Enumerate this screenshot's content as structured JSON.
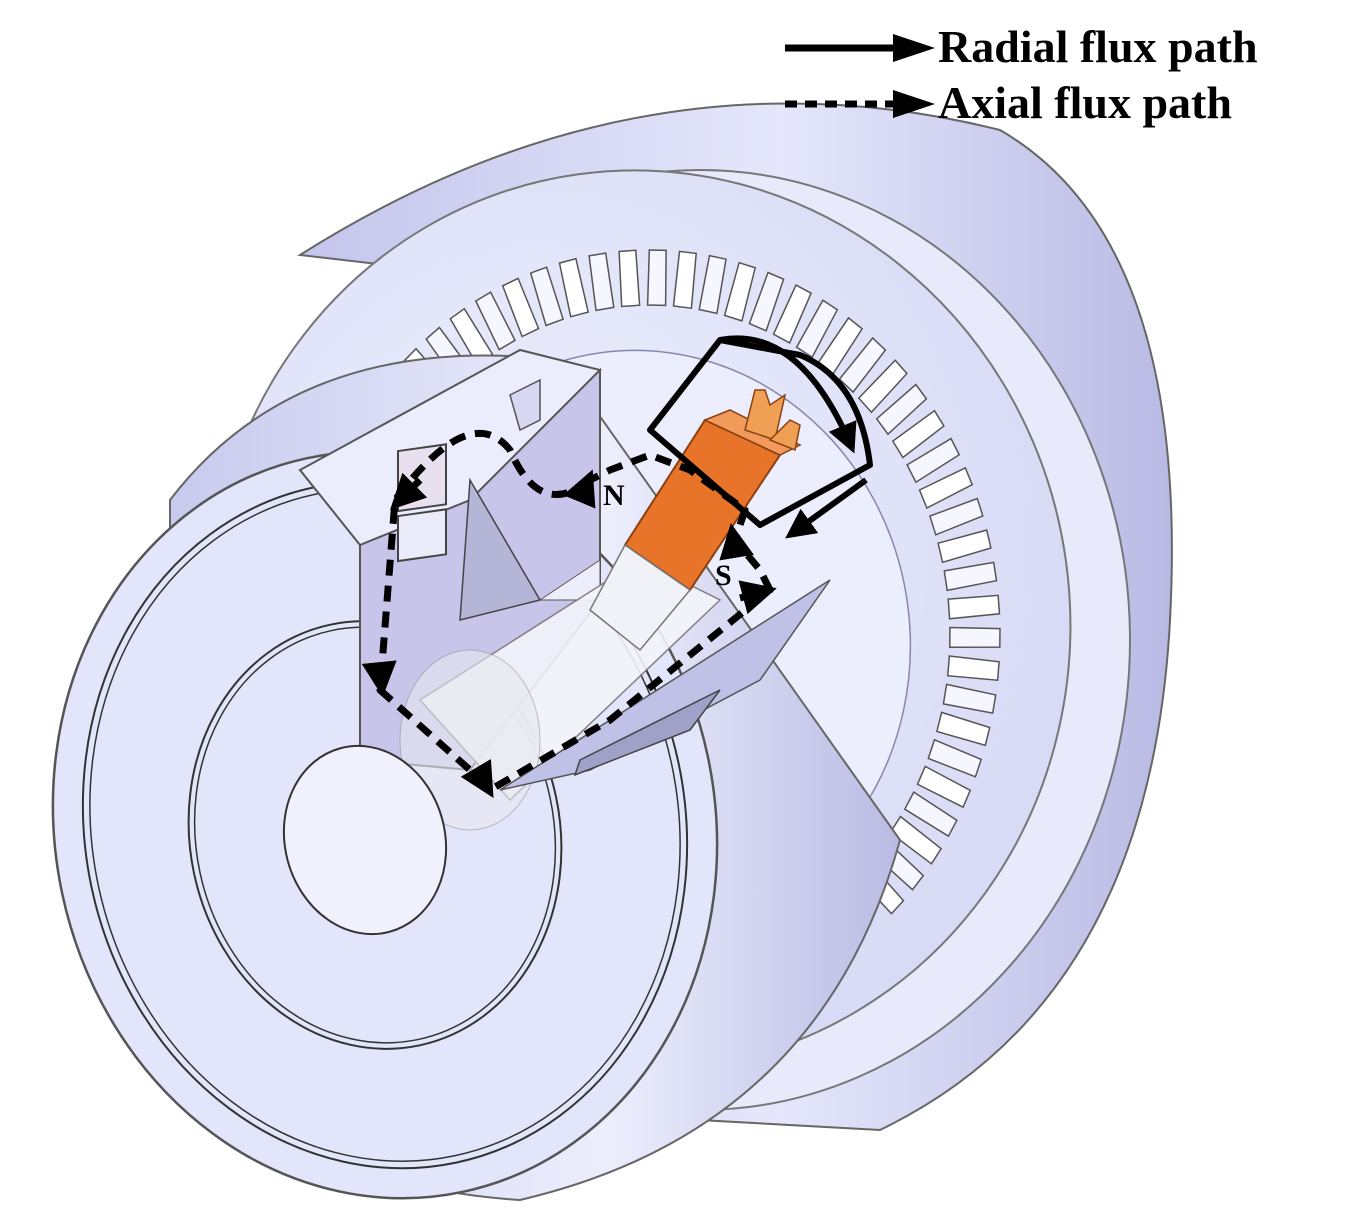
{
  "legend": {
    "radial": "Radial flux path",
    "axial": "Axial flux path"
  },
  "poles": {
    "north": "N",
    "south": "S"
  },
  "colors": {
    "steel_light": "#e4e6fb",
    "steel_mid": "#cfd1f3",
    "steel_dark": "#a9abd6",
    "cutface": "#d3ccef",
    "magnet": "#e8742a",
    "flux": "#000000"
  }
}
